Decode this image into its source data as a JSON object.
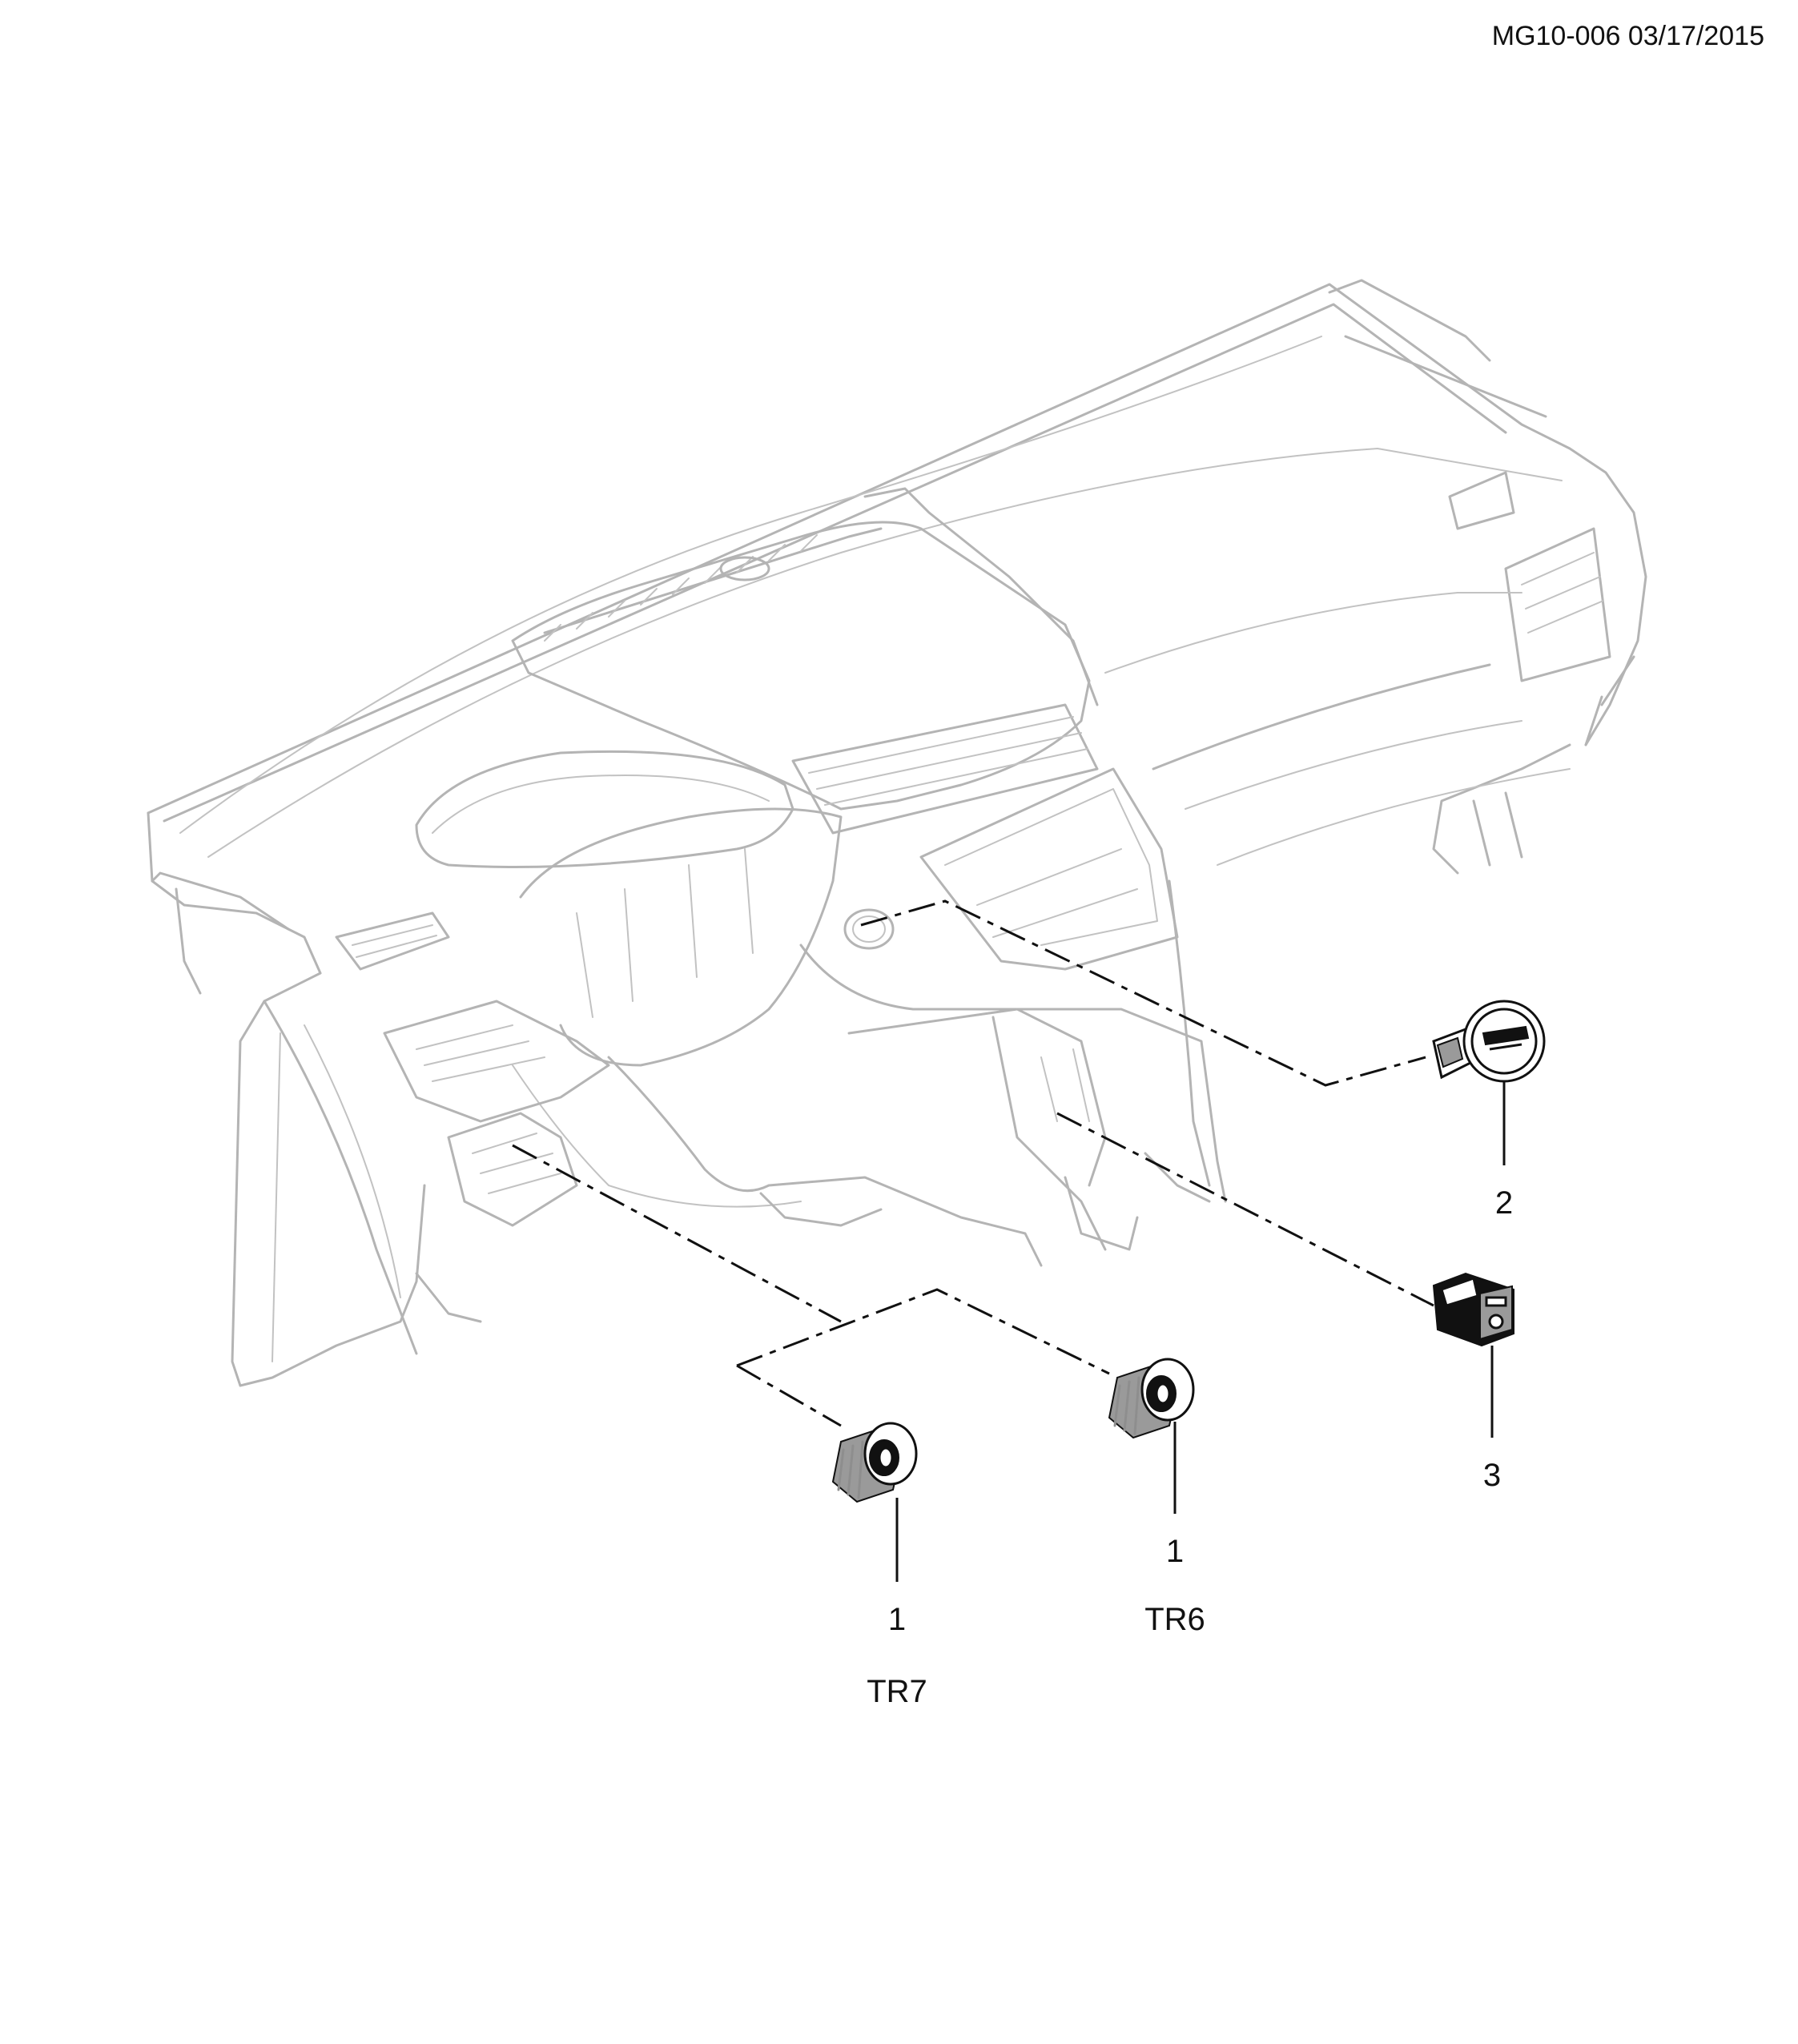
{
  "reference_code": "MG10-006 03/17/2015",
  "callouts": [
    {
      "number": "1",
      "label": "TR7"
    },
    {
      "number": "1",
      "label": "TR6"
    },
    {
      "number": "2",
      "label": ""
    },
    {
      "number": "3",
      "label": ""
    }
  ],
  "colors": {
    "line_art": "#b4b4b4",
    "parts": "#111111",
    "background": "#ffffff"
  }
}
